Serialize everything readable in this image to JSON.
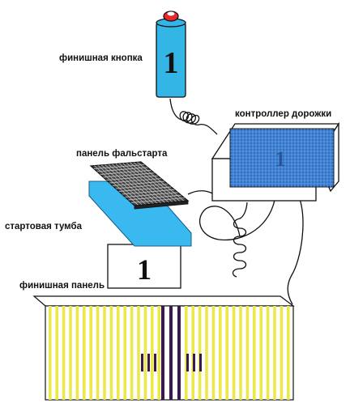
{
  "labels": {
    "finish_button": "финишная кнопка",
    "lane_controller": "контроллер дорожки",
    "false_start_panel": "панель фальстарта",
    "starting_block": "стартовая тумба",
    "finish_panel": "финишная панель"
  },
  "button_number": "1",
  "block_number": "1",
  "controller_number": "1",
  "colors": {
    "button_cylinder": "#33b5e5",
    "button_cap": "#e8282a",
    "controller_screen": "#2e72c8",
    "block_top": "#3ab8f0",
    "panel_stripe": "#ece84a",
    "panel_lane_line": "#3a1850",
    "outline": "#111111"
  }
}
